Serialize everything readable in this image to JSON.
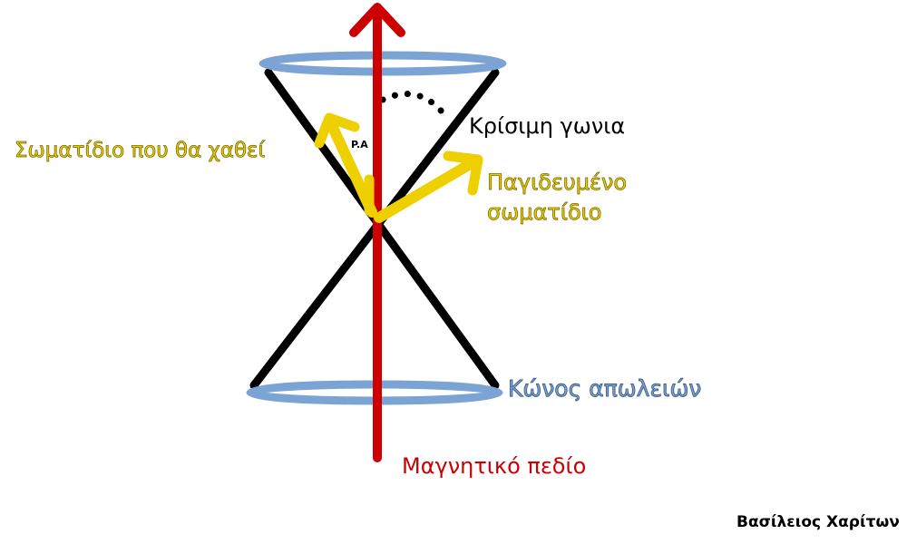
{
  "labels": {
    "lost_particle": "Σωματίδιο που θα χαθεί",
    "pitch_angle": "P.A",
    "critical_angle": "Κρίσιμη γωνια",
    "trapped_particle_line1": "Παγιδευμένο",
    "trapped_particle_line2": "σωματίδιο",
    "loss_cone": "Κώνος απωλειών",
    "magnetic_field": "Μαγνητικό πεδίο",
    "author": "Βασίλειος Χαρίτων"
  },
  "colors": {
    "field_arrow": "#cc0000",
    "cone_lines": "#000000",
    "ellipses": "#7ba3d4",
    "particle_arrows": "#eecf00",
    "lost_text": "#eecf00",
    "trapped_text": "#eecf00",
    "loss_cone_text": "#4a6fa5",
    "field_text": "#cc0000",
    "critical_text": "#000000",
    "author_text": "#000000"
  }
}
